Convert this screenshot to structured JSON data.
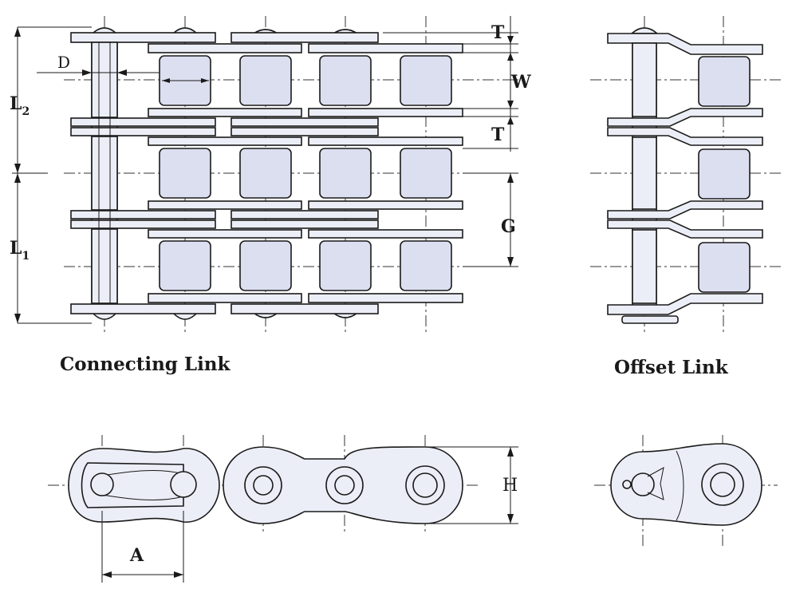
{
  "labels": {
    "T_top": "T",
    "W": "W",
    "T_mid": "T",
    "G": "G",
    "L2_main": "L",
    "L2_sub": "2",
    "L1_main": "L",
    "L1_sub": "1",
    "D": "D",
    "H": "H",
    "A": "A"
  },
  "captions": {
    "connecting_link": "Connecting Link",
    "offset_link": "Offset Link"
  },
  "colors": {
    "fill": "#eceef7",
    "roller": "#dcdff0",
    "line": "#1a1a1a"
  }
}
